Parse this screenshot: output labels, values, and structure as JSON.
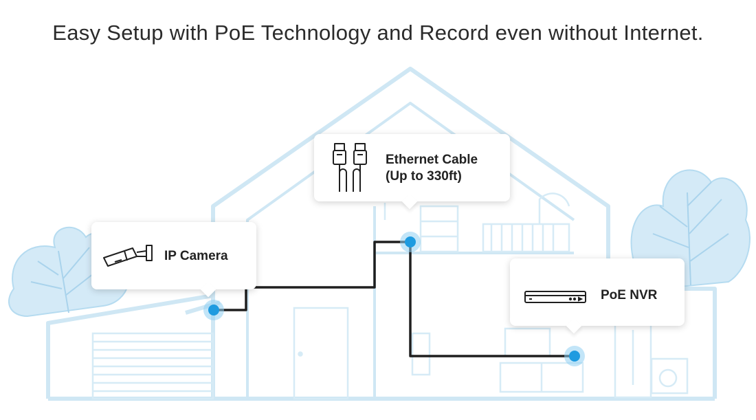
{
  "headline": "Easy Setup with PoE Technology and Record even without Internet.",
  "colors": {
    "house_line": "#cfe7f4",
    "foliage": "#cce6f5",
    "cable": "#1f1f1f",
    "node": "#1e9be0",
    "node_glow": "#8fd0f2"
  },
  "callouts": {
    "camera": {
      "label": "IP Camera",
      "icon": "ip-camera-icon"
    },
    "ethernet": {
      "line1": "Ethernet Cable",
      "line2": "(Up to 330ft)",
      "icon": "ethernet-cable-icon"
    },
    "nvr": {
      "label": "PoE NVR",
      "icon": "nvr-recorder-icon"
    }
  }
}
